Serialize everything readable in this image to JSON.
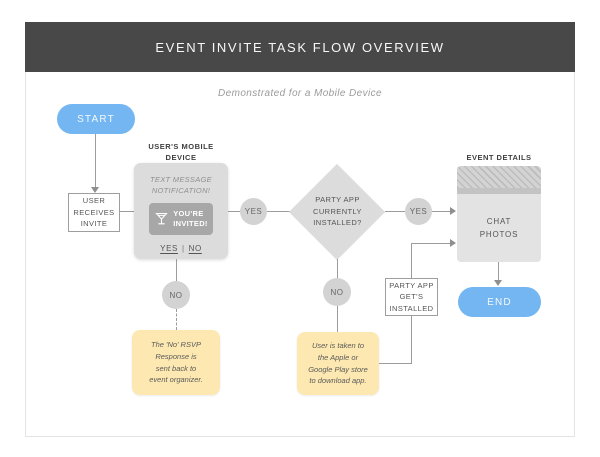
{
  "title": "EVENT INVITE TASK FLOW OVERVIEW",
  "subtitle": "Demonstrated for a Mobile Device",
  "nodes": {
    "start": "START",
    "user_receives_invite": "USER\nRECEIVES\nINVITE",
    "mobile_device_label": "USER'S MOBILE\nDEVICE",
    "text_message_notification": "TEXT MESSAGE\nNOTIFICATION!",
    "youre_invited": "YOU'RE\nINVITED!",
    "invite_yes": "YES",
    "invite_separator": "|",
    "invite_no": "NO",
    "yes_circle_1": "YES",
    "decision_party_app": "PARTY APP\nCURRENTLY\nINSTALLED?",
    "yes_circle_2": "YES",
    "no_circle_1": "NO",
    "no_circle_2": "NO",
    "note_rsvp": "The 'No' RSVP\nResponse is\nsent back to\nevent organizer.",
    "note_store": "User is taken to\nthe Apple or\nGoogle Play store\nto download app.",
    "party_app_installed": "PARTY APP\nGET'S\nINSTALLED",
    "event_details_label": "EVENT DETAILS",
    "event_details_chat": "CHAT",
    "event_details_photos": "PHOTOS",
    "end": "END"
  },
  "icons": {
    "notification_icon": "martini-glass-icon"
  },
  "colors": {
    "title_bar": "#484848",
    "accent_blue": "#74b6f2",
    "note_yellow": "#fce8b0",
    "shape_gray": "#dcdcdc",
    "circle_gray": "#d3d3d3",
    "notification_gray": "#a7a7a7",
    "line_gray": "#9c9c9c"
  }
}
